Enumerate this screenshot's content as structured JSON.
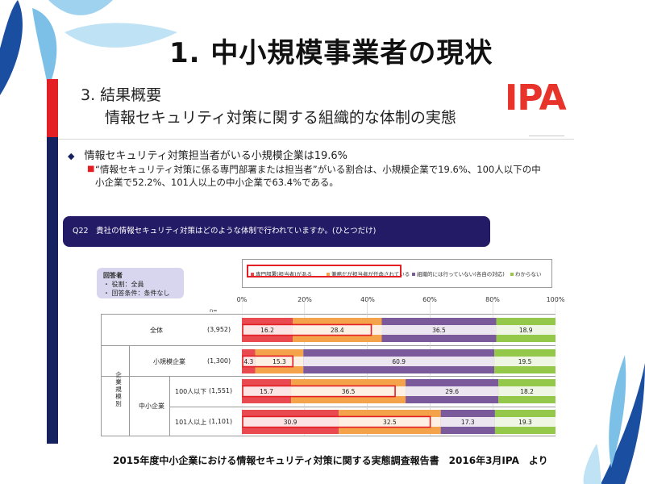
{
  "slide": {
    "title": "1. 中小規模事業者の現状",
    "subtitle_line1": "3. 結果概要",
    "subtitle_line2": "情報セキュリティ対策に関する組織的な体制の実態",
    "logo_text": "IPA",
    "bullet_main": "情報セキュリティ対策担当者がいる小規模企業は19.6%",
    "bullet_sub": "“情報セキュリティ対策に係る専門部署または担当者”がいる割合は、小規模企業で19.6%、100人以下の中小企業で52.2%、101人以上の中小企業で63.4%である。",
    "question": "Q22　貴社の情報セキュリティ対策はどのような体制で行われていますか。(ひとつだけ)",
    "respondent_title": "回答者",
    "respondent_line1": "・ 役割：全員",
    "respondent_line2": "・ 回答条件：条件なし",
    "citation": "2015年度中小企業における情報セキュリティ対策に関する実態調査報告書　2016年3月IPA　より",
    "colors": {
      "navy": "#16225f",
      "red": "#e31e24",
      "question_bg": "#231b66",
      "ipa_red": "#e8332a"
    }
  },
  "chart_data": {
    "type": "bar",
    "orientation": "horizontal",
    "stacked": true,
    "n_label": "n=",
    "x_ticks": [
      "0%",
      "20%",
      "40%",
      "60%",
      "80%",
      "100%"
    ],
    "xlim": [
      0,
      100
    ],
    "legend_position": "top",
    "group_label": "企業規模別",
    "subgroup_label": "中小企業",
    "categories": [
      "全体",
      "小規模企業",
      "100人以下",
      "101人以上"
    ],
    "n_values": [
      "(3,952)",
      "(1,300)",
      "(1,551)",
      "(1,101)"
    ],
    "series": [
      {
        "name": "専門部署(担当者)がある",
        "color": "#e84a4f",
        "values": [
          16.2,
          4.3,
          15.7,
          30.9
        ],
        "labels": [
          "16.2",
          "4.3",
          "15.7",
          "30.9"
        ]
      },
      {
        "name": "兼務だが担当者が任命されている",
        "color": "#f4a34a",
        "values": [
          28.4,
          15.3,
          36.5,
          32.5
        ],
        "labels": [
          "28.4",
          "15.3",
          "36.5",
          "32.5"
        ]
      },
      {
        "name": "組織的には行っていない(各自の対応)",
        "color": "#7a5a9a",
        "values": [
          36.5,
          60.9,
          29.6,
          17.3
        ],
        "labels": [
          "36.5",
          "60.9",
          "29.6",
          "17.3"
        ]
      },
      {
        "name": "わからない",
        "color": "#93c84a",
        "values": [
          18.9,
          19.5,
          18.2,
          19.3
        ],
        "labels": [
          "18.9",
          "19.5",
          "18.2",
          "19.3"
        ]
      }
    ]
  }
}
